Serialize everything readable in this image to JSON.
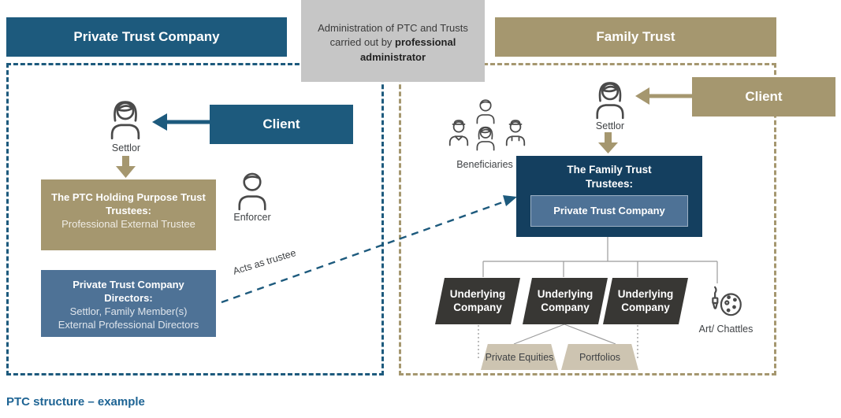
{
  "colors": {
    "teal": "#1d5a7d",
    "navy": "#143f5f",
    "tan": "#a5976f",
    "tan-light": "#cdc4b1",
    "gray-box": "#c6c6c6",
    "steel": "#4e7296",
    "dark-shape": "#383734",
    "text-dark": "#3f4245",
    "caption": "#1e6494",
    "line-gray": "#9b9b9b",
    "icon": "#4a4a4a"
  },
  "headers": {
    "ptc": "Private Trust Company",
    "family_trust": "Family Trust",
    "admin_text": "Administration of PTC and Trusts carried out by ",
    "admin_bold": "professional administrator"
  },
  "ptc_panel": {
    "client": "Client",
    "settlor": "Settlor",
    "enforcer": "Enforcer",
    "holding_box": {
      "title1": "The PTC Holding Purpose Trust",
      "title2": "Trustees:",
      "body": "Professional External Trustee"
    },
    "directors_box": {
      "title1": "Private Trust Company",
      "title2": "Directors:",
      "body1": "Settlor, Family Member(s)",
      "body2": "External Professional Directors"
    },
    "acts_as_trustee": "Acts as trustee"
  },
  "family_panel": {
    "client": "Client",
    "settlor": "Settlor",
    "beneficiaries": "Beneficiaries",
    "trustees_box": {
      "title1": "The Family Trust",
      "title2": "Trustees:",
      "inner": "Private Trust Company"
    },
    "underlying": [
      "Underlying Company",
      "Underlying Company",
      "Underlying Company"
    ],
    "art": "Art/ Chattles",
    "assets": [
      "Private Equities",
      "Portfolios"
    ]
  },
  "caption": "PTC structure – example"
}
